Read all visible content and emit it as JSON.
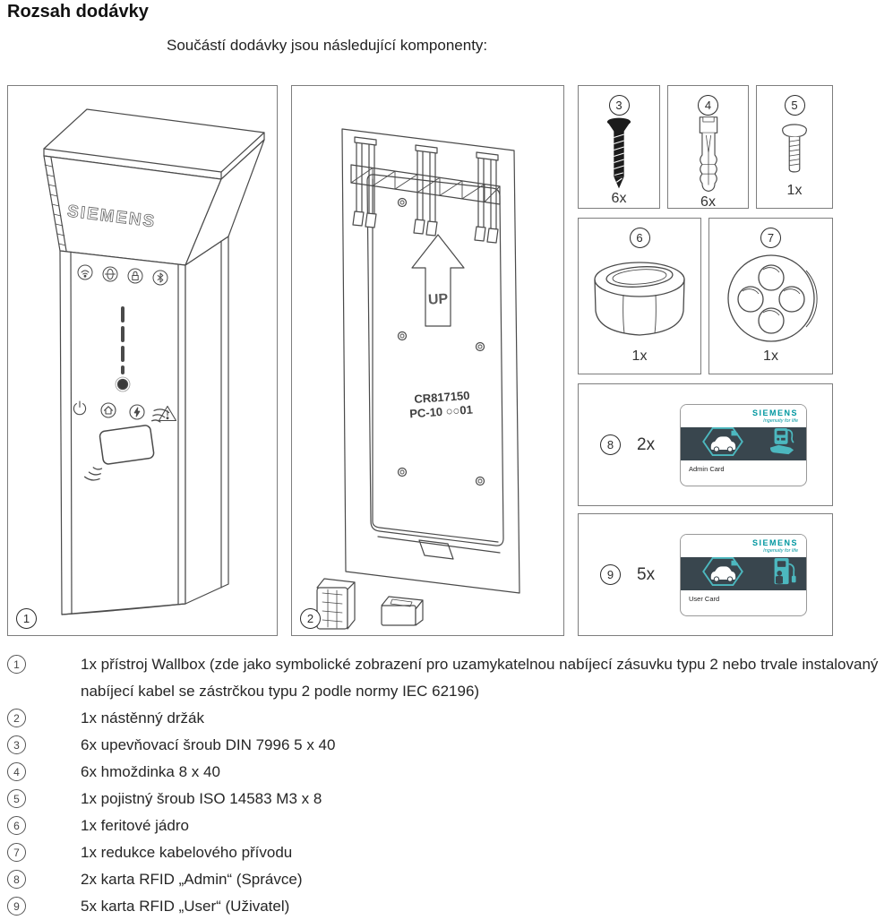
{
  "page": {
    "title": "Rozsah dodávky",
    "intro": "Součástí dodávky jsou následující komponenty:"
  },
  "figure": {
    "wallbox": {
      "number": "1",
      "brand": "SIEMENS"
    },
    "bracket": {
      "number": "2",
      "up_label": "UP",
      "code_line1": "CR817150",
      "code_line2": "PC-10 ○○01"
    },
    "parts": [
      {
        "number": "3",
        "qty": "6x"
      },
      {
        "number": "4",
        "qty": "6x"
      },
      {
        "number": "5",
        "qty": "1x"
      },
      {
        "number": "6",
        "qty": "1x"
      },
      {
        "number": "7",
        "qty": "1x"
      },
      {
        "number": "8",
        "qty": "2x"
      },
      {
        "number": "9",
        "qty": "5x"
      }
    ],
    "cards": {
      "brand": "SIEMENS",
      "tagline": "Ingenuity for life",
      "admin_label": "Admin Card",
      "user_label": "User Card"
    }
  },
  "legend": {
    "items": [
      {
        "num": "1",
        "text": "1x přístroj Wallbox (zde jako symbolické zobrazení pro uzamykatelnou nabíjecí zásuvku typu 2 nebo trvale instalovaný nabíjecí kabel se zástrčkou typu 2 podle normy IEC 62196)"
      },
      {
        "num": "2",
        "text": "1x nástěnný držák"
      },
      {
        "num": "3",
        "text": "6x upevňovací šroub DIN 7996 5 x 40"
      },
      {
        "num": "4",
        "text": "6x hmoždinka 8 x 40"
      },
      {
        "num": "5",
        "text": "1x pojistný šroub ISO 14583 M3 x 8"
      },
      {
        "num": "6",
        "text": "1x feritové jádro"
      },
      {
        "num": "7",
        "text": "1x redukce kabelového přívodu"
      },
      {
        "num": "8",
        "text": "2x karta RFID „Admin“ (Správce)"
      },
      {
        "num": "9",
        "text": "5x karta RFID „User“ (Uživatel)"
      }
    ]
  },
  "colors": {
    "siemens_teal": "#0097a0",
    "icon_teal": "#4cb8bf",
    "card_band": "#39464e"
  }
}
